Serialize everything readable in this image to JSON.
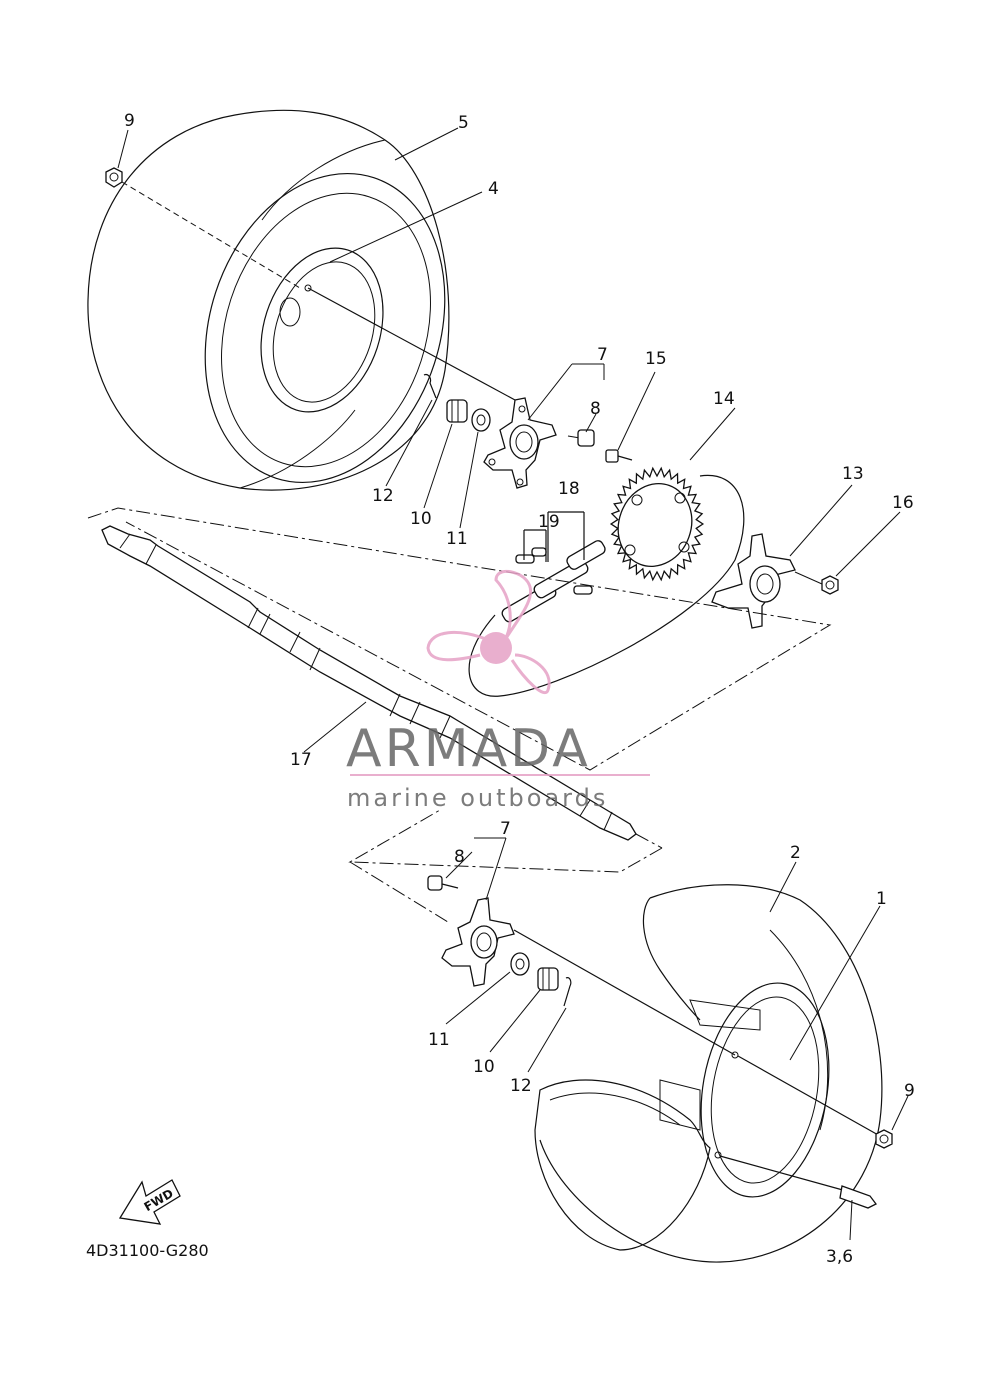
{
  "diagram": {
    "callouts": [
      {
        "id": "c9a",
        "text": "9"
      },
      {
        "id": "c5",
        "text": "5"
      },
      {
        "id": "c4",
        "text": "4"
      },
      {
        "id": "c7a",
        "text": "7"
      },
      {
        "id": "c8a",
        "text": "8"
      },
      {
        "id": "c15",
        "text": "15"
      },
      {
        "id": "c14",
        "text": "14"
      },
      {
        "id": "c12a",
        "text": "12"
      },
      {
        "id": "c10a",
        "text": "10"
      },
      {
        "id": "c11a",
        "text": "11"
      },
      {
        "id": "c18",
        "text": "18"
      },
      {
        "id": "c19",
        "text": "19"
      },
      {
        "id": "c13",
        "text": "13"
      },
      {
        "id": "c16",
        "text": "16"
      },
      {
        "id": "c17",
        "text": "17"
      },
      {
        "id": "c7b",
        "text": "7"
      },
      {
        "id": "c8b",
        "text": "8"
      },
      {
        "id": "c2",
        "text": "2"
      },
      {
        "id": "c1",
        "text": "1"
      },
      {
        "id": "c11b",
        "text": "11"
      },
      {
        "id": "c10b",
        "text": "10"
      },
      {
        "id": "c12b",
        "text": "12"
      },
      {
        "id": "c9b",
        "text": "9"
      },
      {
        "id": "c36",
        "text": "3,6"
      }
    ],
    "fwd_label": "FWD",
    "diagram_code": "4D31100-G280"
  },
  "watermark": {
    "brand": "ARMADA",
    "tagline": "marine outboards",
    "color_pink": "#e6a2c6",
    "color_gray": "#666666"
  }
}
